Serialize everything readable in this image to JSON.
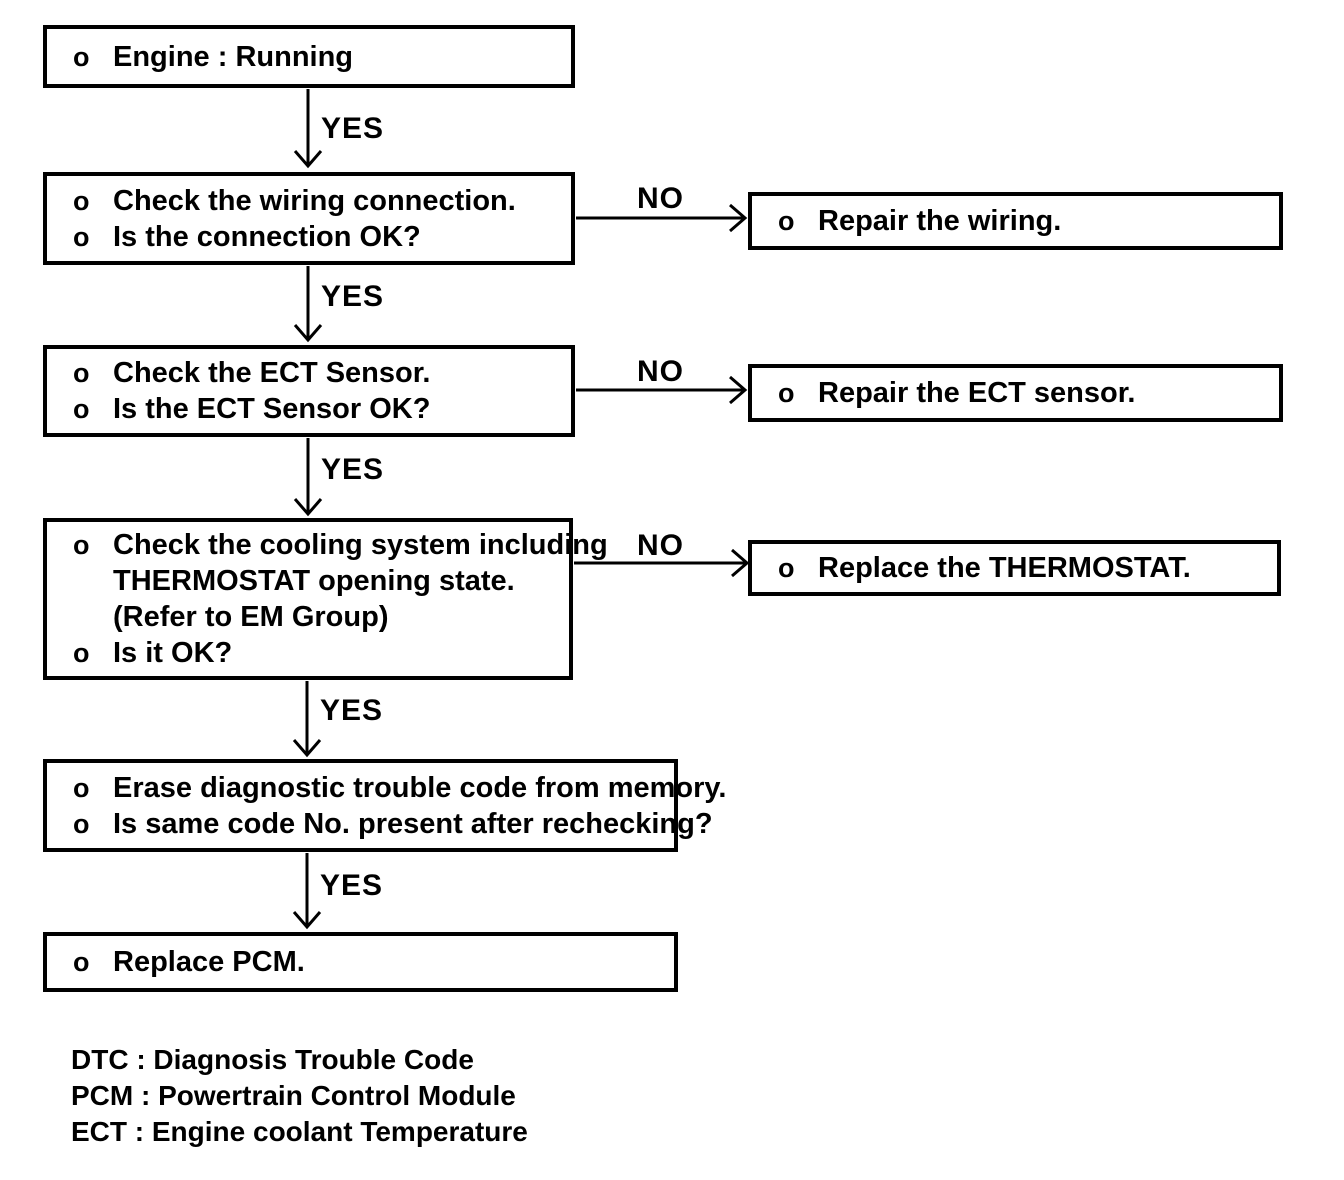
{
  "bullet": "o",
  "labels": {
    "yes": "YES",
    "no": "NO"
  },
  "nodes": {
    "engine_running": {
      "lines": [
        "Engine : Running"
      ]
    },
    "check_wiring": {
      "lines": [
        "Check the wiring connection.",
        "Is the connection OK?"
      ]
    },
    "repair_wiring": {
      "lines": [
        "Repair the wiring."
      ]
    },
    "check_ect": {
      "lines": [
        "Check the ECT Sensor.",
        "Is the ECT Sensor OK?"
      ]
    },
    "repair_ect": {
      "lines": [
        "Repair the ECT sensor."
      ]
    },
    "check_cooling": {
      "lines": [
        "Check the cooling system including",
        "THERMOSTAT opening state.",
        "(Refer to EM Group)",
        "Is it OK?"
      ]
    },
    "replace_thermostat": {
      "lines": [
        "Replace the THERMOSTAT."
      ]
    },
    "erase_dtc": {
      "lines": [
        "Erase diagnostic trouble code from memory.",
        "Is same code No. present after rechecking?"
      ]
    },
    "replace_pcm": {
      "lines": [
        "Replace PCM."
      ]
    }
  },
  "legend": {
    "lines": [
      "DTC : Diagnosis Trouble Code",
      "PCM : Powertrain Control Module",
      "ECT : Engine coolant Temperature"
    ]
  },
  "colors": {
    "ink": "#000000",
    "background": "#ffffff"
  }
}
